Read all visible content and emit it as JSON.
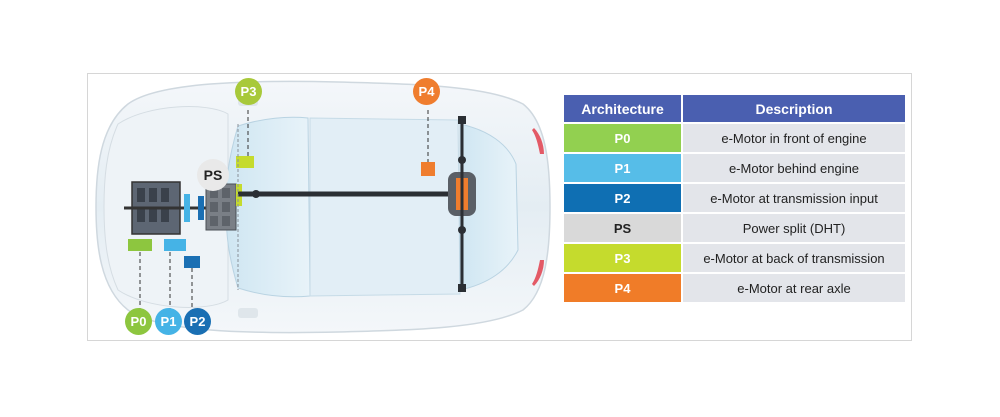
{
  "diagram": {
    "labels": [
      {
        "id": "P0",
        "color": "#8dc63f"
      },
      {
        "id": "P1",
        "color": "#45b3e6"
      },
      {
        "id": "P2",
        "color": "#1a6fb3"
      },
      {
        "id": "PS",
        "color": "#e6e6e6"
      },
      {
        "id": "P3",
        "color": "#a8c93a"
      },
      {
        "id": "P4",
        "color": "#ef7d2e"
      }
    ]
  },
  "table": {
    "headers": [
      "Architecture",
      "Description"
    ],
    "rows": [
      {
        "code": "P0",
        "description": "e-Motor in front of engine",
        "color": "#92d050",
        "text_color": "#ffffff"
      },
      {
        "code": "P1",
        "description": "e-Motor behind engine",
        "color": "#56bde8",
        "text_color": "#ffffff"
      },
      {
        "code": "P2",
        "description": "e-Motor at transmission input",
        "color": "#0f6fb3",
        "text_color": "#ffffff"
      },
      {
        "code": "PS",
        "description": "Power split (DHT)",
        "color": "#d9d9d9",
        "text_color": "#222222"
      },
      {
        "code": "P3",
        "description": "e-Motor at back of transmission",
        "color": "#c5db2d",
        "text_color": "#ffffff"
      },
      {
        "code": "P4",
        "description": "e-Motor at rear axle",
        "color": "#f07c28",
        "text_color": "#ffffff"
      }
    ]
  }
}
